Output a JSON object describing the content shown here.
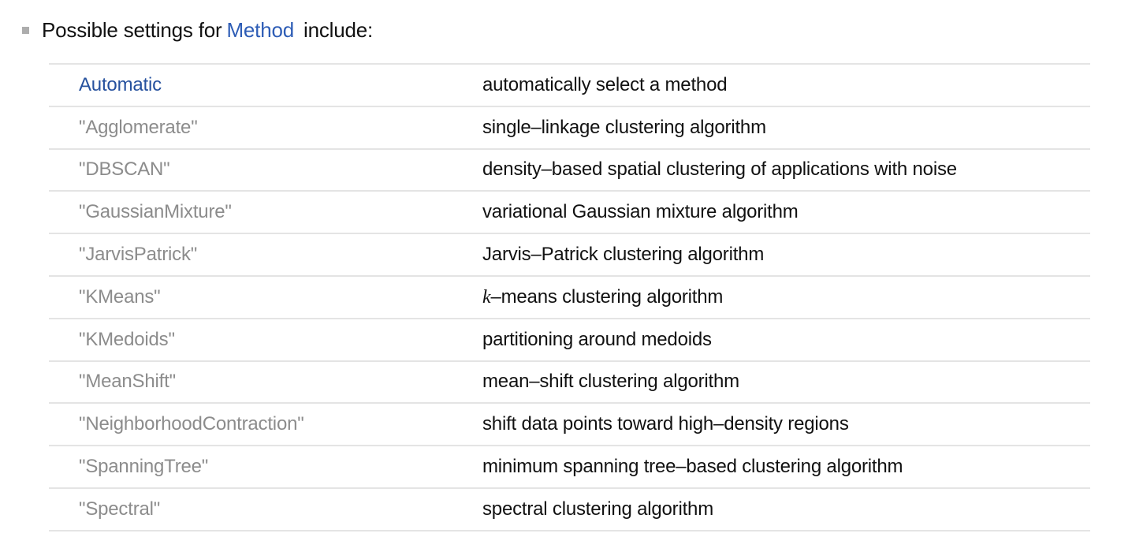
{
  "header": {
    "prefix": "Possible settings for",
    "link": "Method",
    "suffix": "include:"
  },
  "colors": {
    "link_blue": "#2e5db6",
    "automatic_link_blue": "#26519e",
    "setting_gray": "#8c8c8c",
    "text_black": "#111111",
    "divider_gray": "#e4e4e4",
    "bullet_gray": "#adadad"
  },
  "icons": {
    "bullet": "square-bullet-icon"
  },
  "table": {
    "rows": [
      {
        "setting": "Automatic",
        "kind": "link",
        "description": "automatically select a method"
      },
      {
        "setting": "\"Agglomerate\"",
        "kind": "string",
        "description": "single–linkage clustering algorithm"
      },
      {
        "setting": "\"DBSCAN\"",
        "kind": "string",
        "description": "density–based spatial clustering of applications with noise"
      },
      {
        "setting": "\"GaussianMixture\"",
        "kind": "string",
        "description": "variational Gaussian mixture algorithm"
      },
      {
        "setting": "\"JarvisPatrick\"",
        "kind": "string",
        "description": "Jarvis–Patrick clustering algorithm"
      },
      {
        "setting": "\"KMeans\"",
        "kind": "string",
        "description": "–means clustering algorithm",
        "description_italic_prefix": "k"
      },
      {
        "setting": "\"KMedoids\"",
        "kind": "string",
        "description": "partitioning around medoids"
      },
      {
        "setting": "\"MeanShift\"",
        "kind": "string",
        "description": "mean–shift clustering algorithm"
      },
      {
        "setting": "\"NeighborhoodContraction\"",
        "kind": "string",
        "description": "shift data points toward high–density regions"
      },
      {
        "setting": "\"SpanningTree\"",
        "kind": "string",
        "description": "minimum spanning tree–based clustering algorithm"
      },
      {
        "setting": "\"Spectral\"",
        "kind": "string",
        "description": "spectral clustering algorithm"
      }
    ]
  }
}
